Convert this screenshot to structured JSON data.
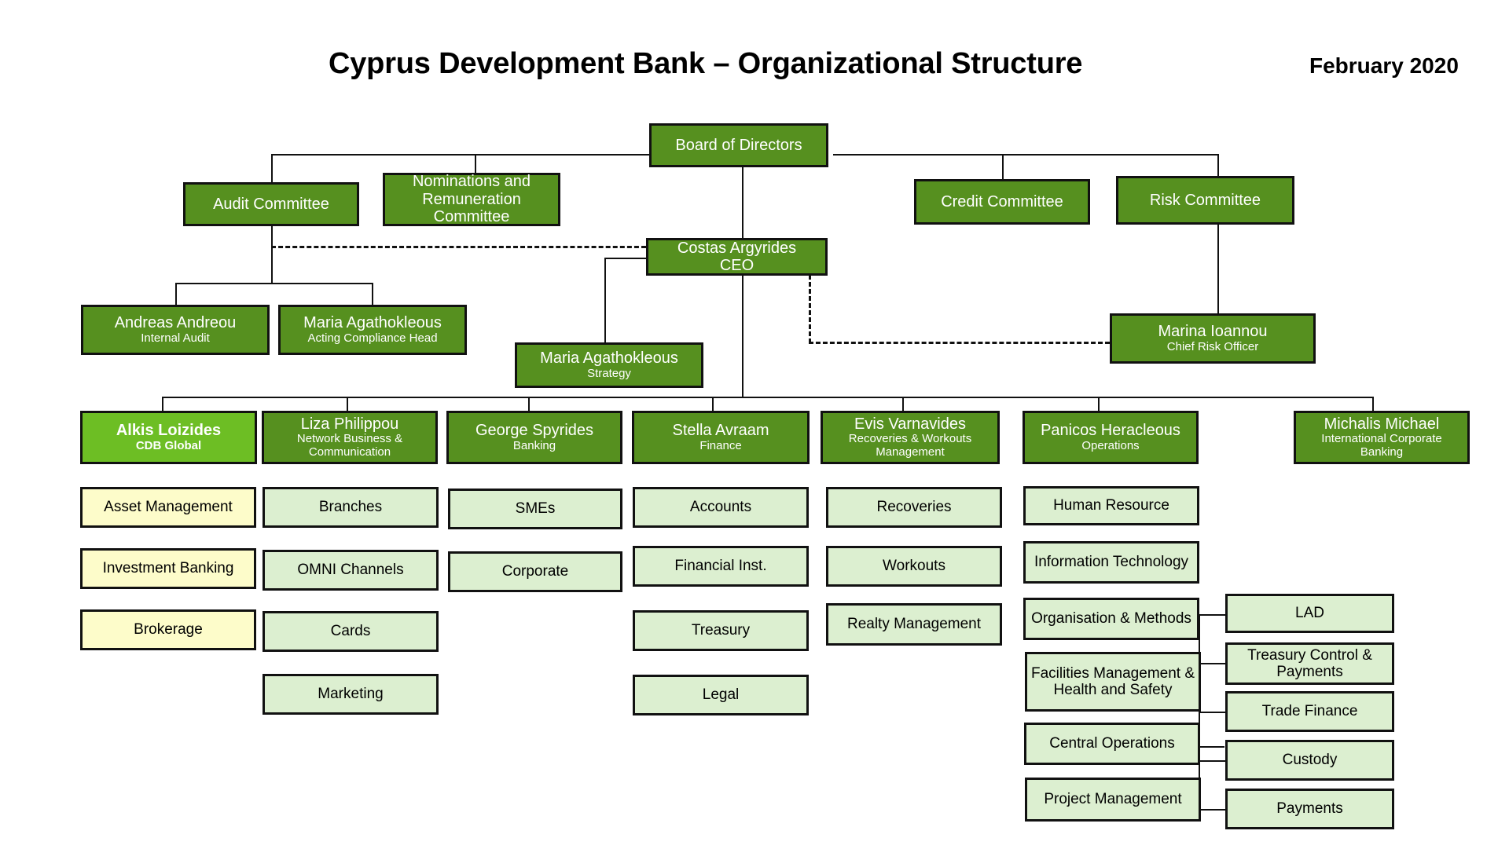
{
  "header": {
    "title": "Cyprus Development Bank – Organizational Structure",
    "date": "February 2020"
  },
  "colors": {
    "executive_green": "#56901f",
    "highlight_green": "#6dbe24",
    "department_green": "#dcefd0",
    "department_cream": "#fdfcca",
    "border": "#111111",
    "background": "#ffffff",
    "executive_text": "#ffffff",
    "department_text": "#000000"
  },
  "board": {
    "label": "Board of Directors"
  },
  "committees": [
    {
      "label": "Audit Committee"
    },
    {
      "label": "Nominations and Remuneration Committee"
    },
    {
      "label": "Credit Committee"
    },
    {
      "label": "Risk Committee"
    }
  ],
  "ceo": {
    "name": "Costas Argyrides",
    "role": "CEO"
  },
  "audit_reports": [
    {
      "name": "Andreas Andreou",
      "role": "Internal Audit"
    },
    {
      "name": "Maria Agathokleous",
      "role": "Acting Compliance Head"
    }
  ],
  "strategy": {
    "name": "Maria Agathokleous",
    "role": "Strategy"
  },
  "risk_officer": {
    "name": "Marina Ioannou",
    "role": "Chief Risk Officer"
  },
  "divisions": [
    {
      "name": "Alkis Loizides",
      "role": "CDB Global",
      "highlight": true,
      "departments": [
        "Asset Management",
        "Investment Banking",
        "Brokerage"
      ]
    },
    {
      "name": "Liza Philippou",
      "role": "Network Business & Communication",
      "highlight": false,
      "departments": [
        "Branches",
        "OMNI Channels",
        "Cards",
        "Marketing"
      ]
    },
    {
      "name": "George Spyrides",
      "role": "Banking",
      "highlight": false,
      "departments": [
        "SMEs",
        "Corporate"
      ]
    },
    {
      "name": "Stella Avraam",
      "role": "Finance",
      "highlight": false,
      "departments": [
        "Accounts",
        "Financial Inst.",
        "Treasury",
        "Legal"
      ]
    },
    {
      "name": "Evis Varnavides",
      "role": "Recoveries & Workouts Management",
      "highlight": false,
      "departments": [
        "Recoveries",
        "Workouts",
        "Realty Management"
      ]
    },
    {
      "name": "Panicos Heracleous",
      "role": "Operations",
      "highlight": false,
      "departments": [
        "Human Resource",
        "Information Technology",
        "Organisation & Methods",
        "Facilities Management & Health and Safety",
        "Central Operations",
        "Project Management"
      ]
    },
    {
      "name": "Michalis Michael",
      "role": "International Corporate Banking",
      "highlight": false,
      "departments": []
    }
  ],
  "central_operations_units": [
    "LAD",
    "Treasury Control & Payments",
    "Trade Finance",
    "Custody",
    "Payments"
  ]
}
